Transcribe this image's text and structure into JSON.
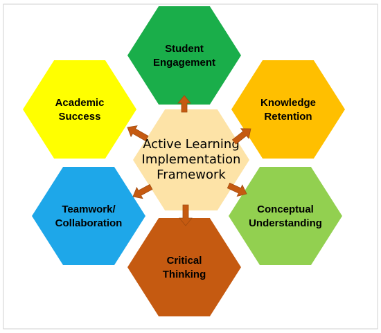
{
  "diagram": {
    "center": {
      "lines": [
        "Active Learning",
        "Implementation",
        "Framework"
      ],
      "fill": "#fde3a7"
    },
    "nodes": [
      {
        "id": "student-engagement",
        "lines": [
          "Student",
          "Engagement"
        ],
        "fill": "#1aae4a"
      },
      {
        "id": "knowledge-retention",
        "lines": [
          "Knowledge",
          "Retention"
        ],
        "fill": "#ffbf00"
      },
      {
        "id": "conceptual-understanding",
        "lines": [
          "Conceptual",
          "Understanding"
        ],
        "fill": "#92d050"
      },
      {
        "id": "critical-thinking",
        "lines": [
          "Critical",
          "Thinking"
        ],
        "fill": "#c55a11"
      },
      {
        "id": "teamwork-collaboration",
        "lines": [
          "Teamwork/",
          "Collaboration"
        ],
        "fill": "#1ea7e9"
      },
      {
        "id": "academic-success",
        "lines": [
          "Academic",
          "Success"
        ],
        "fill": "#ffff00"
      }
    ],
    "arrow_color": "#c55a11",
    "border_color": "#d0d0d0"
  }
}
